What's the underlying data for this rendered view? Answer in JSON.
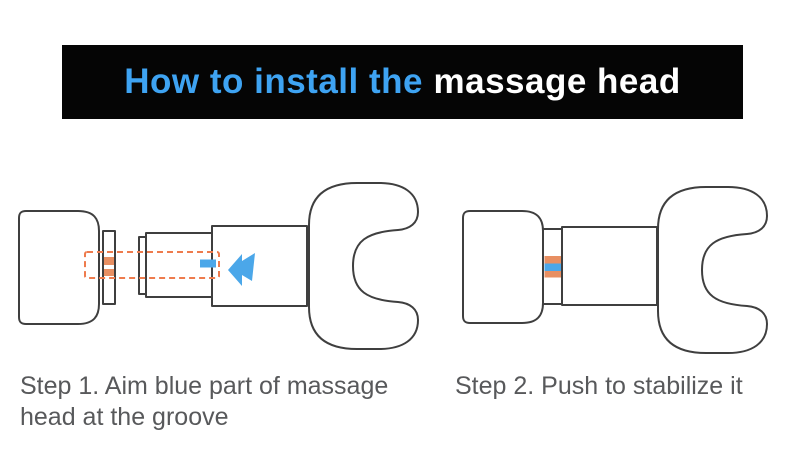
{
  "banner": {
    "title_highlight": "How to install the",
    "title_rest": "massage head"
  },
  "steps": [
    {
      "caption": "Step 1. Aim blue part of massage head at the groove"
    },
    {
      "caption": "Step 2. Push to stabilize it"
    }
  ],
  "icons": {
    "push_arrow": "left-block-arrow",
    "groove_highlight": "dashed-rectangle"
  },
  "colors": {
    "background": "#FFFFFF",
    "banner_background": "#050505",
    "title_highlight_blue": "#3EA3F2",
    "title_rest_white": "#FFFFFF",
    "outline_gray": "#3F3F3F",
    "groove_orange": "#E88F62",
    "dashed_highlight_orange": "#EE7B4D",
    "alignment_blue": "#4BA7E9",
    "caption_gray": "#58595B"
  }
}
